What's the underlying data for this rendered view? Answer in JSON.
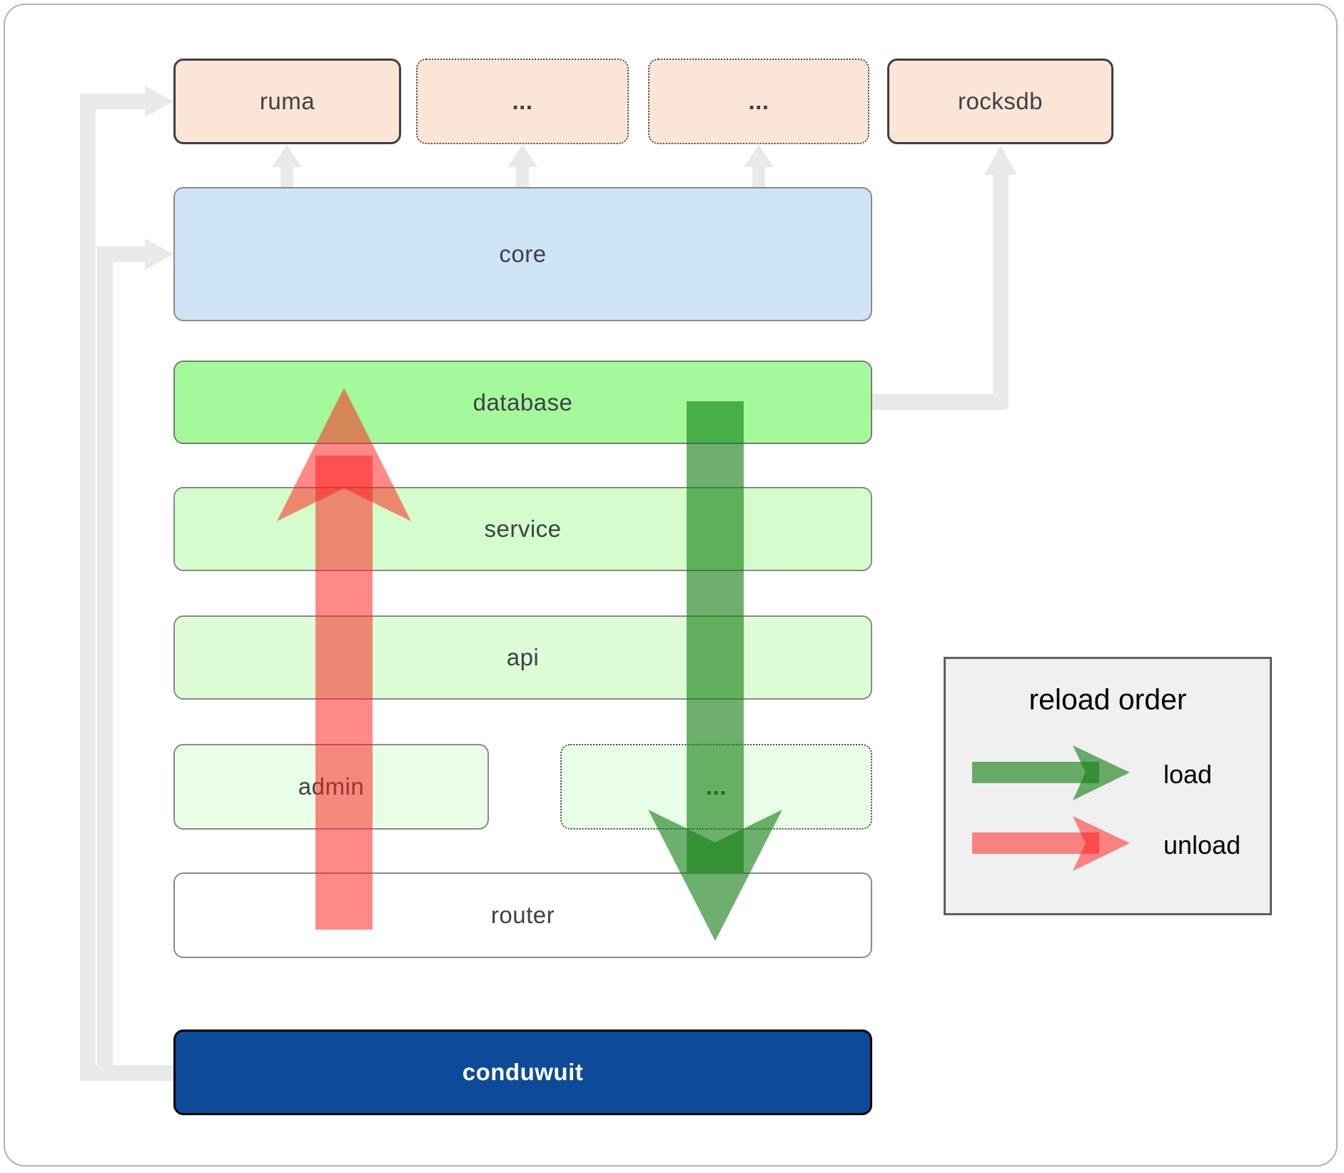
{
  "nodes": {
    "ruma": "ruma",
    "crates_etc_a": "...",
    "crates_etc_b": "...",
    "rocksdb": "rocksdb",
    "core": "core",
    "database": "database",
    "service": "service",
    "api": "api",
    "admin": "admin",
    "services_etc": "...",
    "router": "router",
    "conduwuit": "conduwuit"
  },
  "legend": {
    "title": "reload order",
    "load_label": "load",
    "unload_label": "unload"
  },
  "colors": {
    "peach_fill": "#fbe5d6",
    "core_fill": "#cfe3f7",
    "database_fill": "#a4fa9a",
    "service_fill": "#d4fdcb",
    "api_fill": "#ddfdd6",
    "admin_fill": "#e9fee6",
    "router_fill": "#ffffff",
    "conduwuit_fill": "#0d4a99",
    "conduwuit_text": "#ffffff",
    "node_text": "#3e4148",
    "solid_border": "#3f3f3f",
    "dotted_border": "#4b4b4b",
    "gray_border": "#8a8a8a",
    "database_border": "#7a7a7a",
    "legend_bg": "#f0f0f0",
    "legend_border": "#5f5f5f",
    "legend_text": "#000000",
    "frame_border": "#b3b3b3",
    "connector": "#e9e9e9",
    "load_arrow": "rgba(20,128,20,0.62)",
    "unload_arrow": "rgba(255,30,30,0.53)"
  }
}
